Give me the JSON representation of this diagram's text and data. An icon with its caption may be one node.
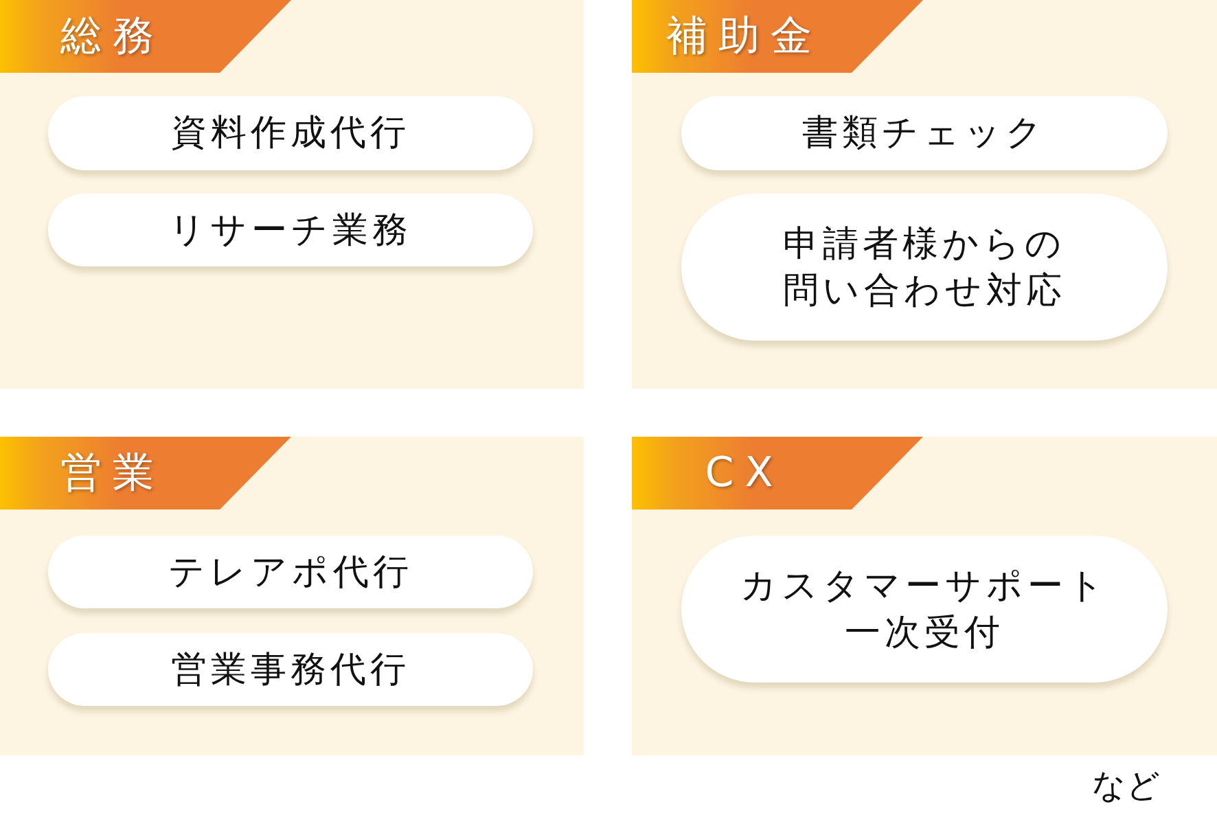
{
  "diagram": {
    "nodes": [
      {
        "text": [
          "総務"
        ]
      },
      {
        "text": [
          "資料作成代行"
        ],
        "in": 0
      },
      {
        "text": [
          "リサーチ業務"
        ],
        "in": 0
      },
      {
        "text": [
          "補助金"
        ]
      },
      {
        "text": [
          "書類チェック"
        ],
        "in": 3
      },
      {
        "text": [
          "申請者様からの問い合わせ対応"
        ],
        "in": 3
      },
      {
        "text": [
          "営業"
        ]
      },
      {
        "text": [
          "テレアポ代行"
        ],
        "in": 6
      },
      {
        "text": [
          "営業事務代行"
        ],
        "in": 6
      },
      {
        "text": [
          "CX"
        ]
      },
      {
        "text": [
          "カスタマーサポート一次受付"
        ],
        "in": 9
      }
    ],
    "labels": [
      "など"
    ]
  }
}
